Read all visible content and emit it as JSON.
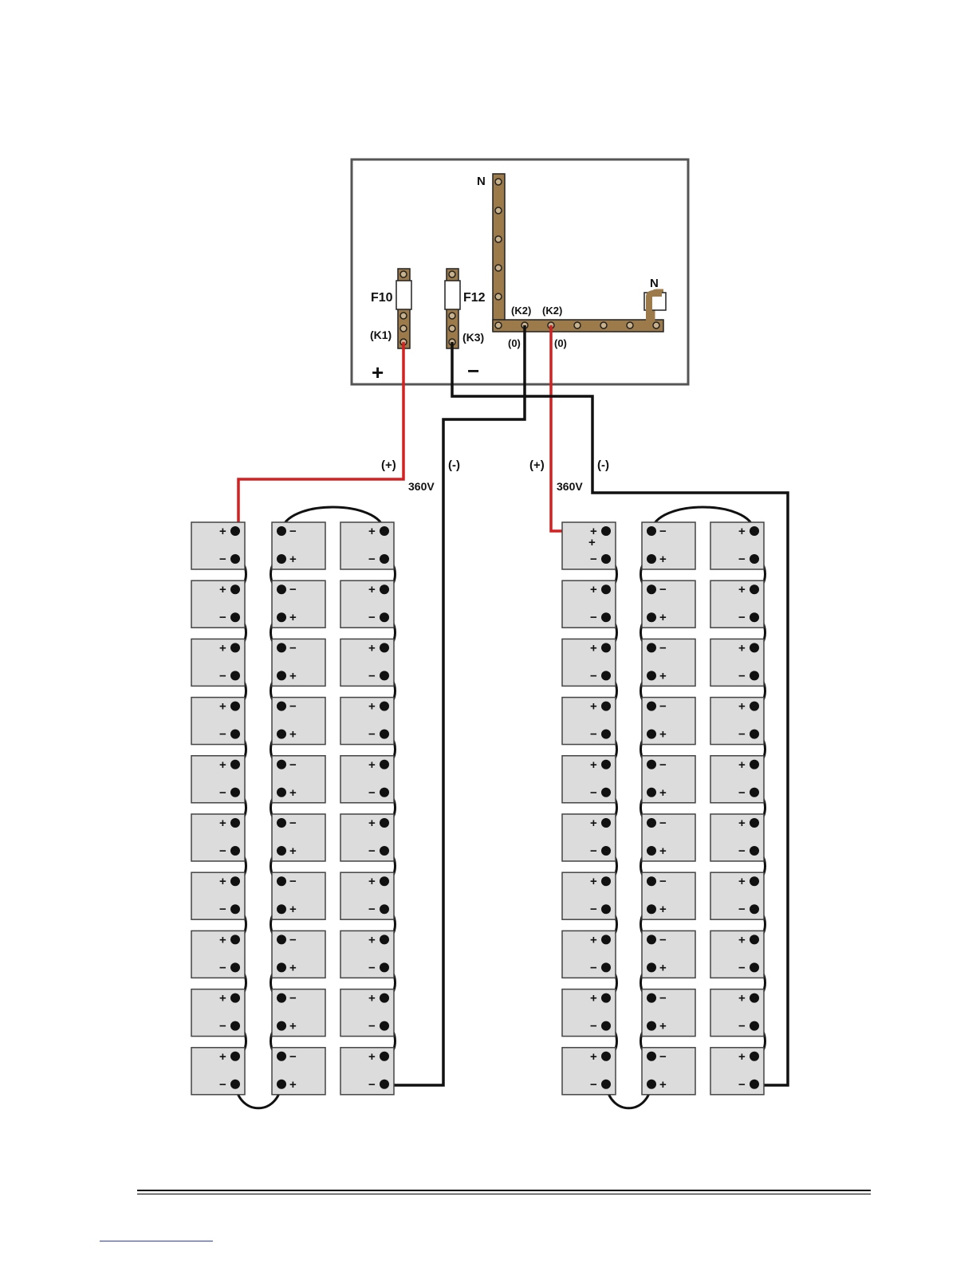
{
  "cabinet": {
    "neutral_label_top": "N",
    "neutral_label_right": "N",
    "fuse_pos": {
      "name": "F10",
      "terminal": "(K1)",
      "polarity": "+"
    },
    "fuse_neg": {
      "name": "F12",
      "terminal": "(K3)",
      "polarity": "−"
    },
    "busbar": {
      "k2_left": "(K2)",
      "k2_right": "(K2)",
      "zero_left": "(0)",
      "zero_right": "(0)"
    }
  },
  "string_left": {
    "pos_label": "(+)",
    "neg_label": "(-)",
    "voltage": "360V",
    "columns": 3,
    "rows": 10
  },
  "string_right": {
    "pos_label": "(+)",
    "neg_label": "(-)",
    "voltage": "360V",
    "columns": 3,
    "rows": 10,
    "first_cell_extra_mark": "+"
  },
  "battery_terminals": {
    "plus": "+",
    "minus": "−"
  },
  "colors": {
    "positive_wire": "#d42020",
    "negative_wire": "#111111",
    "busbar": "#9c7a4a",
    "battery_fill": "#dcdcdc",
    "cabinet_border": "#555555"
  }
}
